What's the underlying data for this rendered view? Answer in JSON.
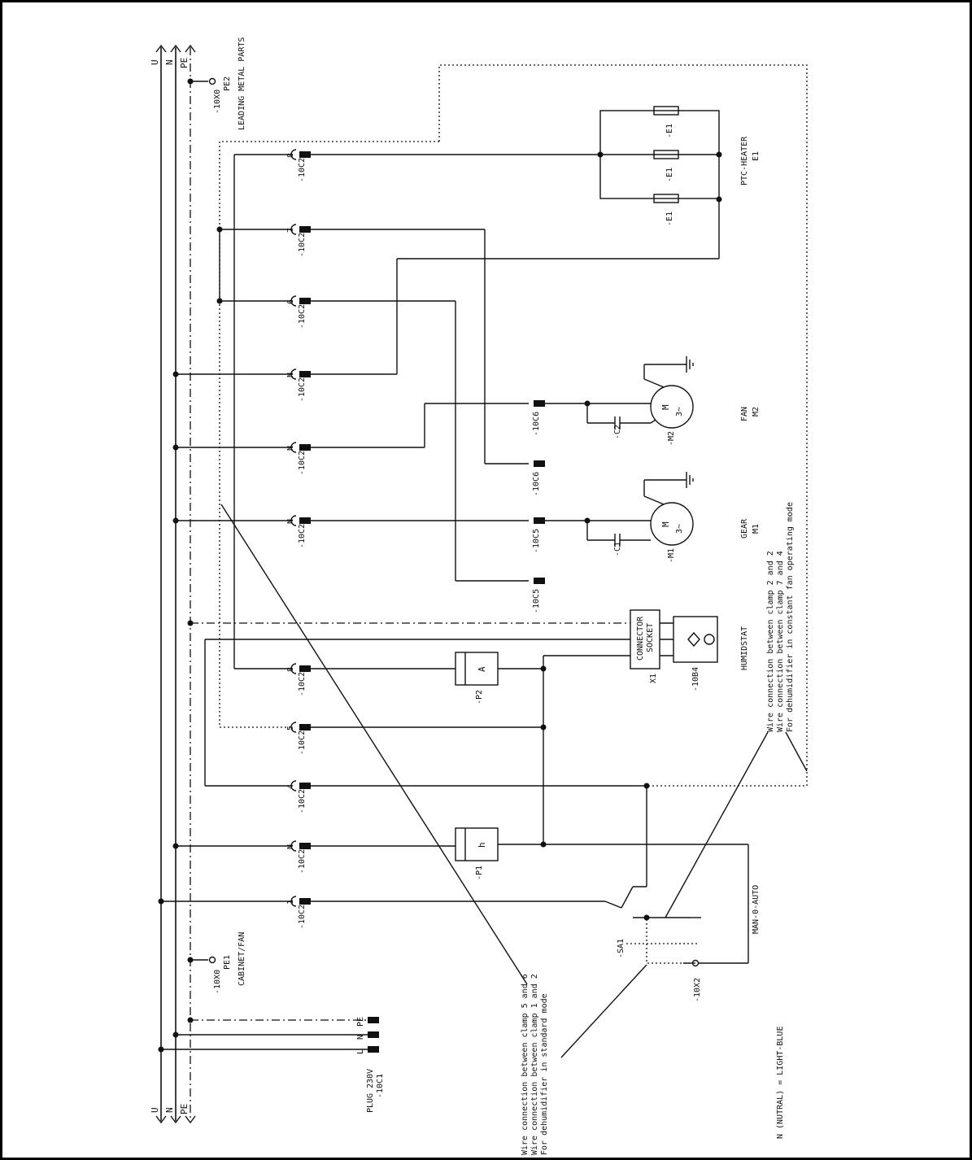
{
  "bus": {
    "u": "U",
    "n": "N",
    "pe": "PE"
  },
  "labels": {
    "x0_top": "-10X0",
    "pe2": "PE2",
    "leading_metal": "LEADING METAL PARTS",
    "x0_bottom": "-10X0",
    "pe1": "PE1",
    "cabinet_fan": "CABINET/FAN",
    "plug": "PLUG 230V",
    "plug_ref": "-10C1",
    "plug_pe": "PE",
    "plug_n": "N",
    "plug_l": "L",
    "ptc_heater": "PTC-HEATER",
    "e1": "E1",
    "e1_ref": "-E1",
    "fan": "FAN",
    "m2": "M2",
    "m2_ref": "-M2",
    "gear": "GEAR",
    "m1": "M1",
    "m1_ref": "-M1",
    "motor_symbol": "M",
    "motor_phase": "3~",
    "c1": "-C1",
    "c2": "-C2",
    "c5": "-10C5",
    "c6": "-10C6",
    "connector": "CONNECTOR",
    "socket": "SOCKET",
    "x1": "X1",
    "humidistat": "HUMIDSTAT",
    "b4": "-10B4",
    "p1": "-P1",
    "p1_symbol": "h",
    "p2": "-P2",
    "p2_symbol": "A",
    "sa1": "-SA1",
    "x2": "-10X2",
    "man_auto": "MAN-0-AUTO",
    "note_top_1": "Wire connection between clamp 2 and 2",
    "note_top_2": "Wire connection between clamp 7 and 4",
    "note_top_3": "For dehumidifier in constant fan operating mode",
    "note_bottom_1": "Wire connection between clamp 5 and 6",
    "note_bottom_2": "Wire connection between clamp 1 and 2",
    "note_bottom_3": "For dehumidifier in standard mode",
    "legend": "N (NUTRAL) = LIGHT-BLUE"
  },
  "terminals_c2": [
    {
      "ref": "-10C2",
      "num": "8"
    },
    {
      "ref": "-10C2",
      "num": "7"
    },
    {
      "ref": "-10C2",
      "num": "6"
    },
    {
      "ref": "-10C2",
      "num": "N"
    },
    {
      "ref": "-10C2",
      "num": "N"
    },
    {
      "ref": "-10C2",
      "num": "N"
    },
    {
      "ref": "-10C2",
      "num": "8"
    },
    {
      "ref": "-10C2",
      "num": "5"
    },
    {
      "ref": "-10C2",
      "num": "4"
    },
    {
      "ref": "-10C2",
      "num": "N"
    },
    {
      "ref": "-10C2",
      "num": "1"
    }
  ]
}
